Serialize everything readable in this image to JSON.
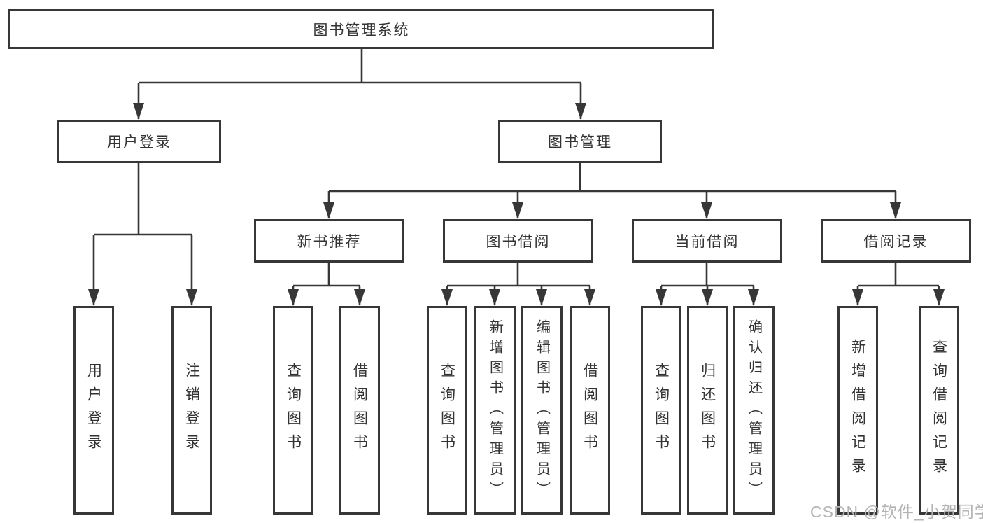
{
  "diagram": {
    "title_node": {
      "label": "图书管理系统"
    },
    "level2": [
      {
        "label": "用户登录"
      },
      {
        "label": "图书管理"
      }
    ],
    "level3": [
      {
        "label": "新书推荐"
      },
      {
        "label": "图书借阅"
      },
      {
        "label": "当前借阅"
      },
      {
        "label": "借阅记录"
      }
    ],
    "leaves": [
      {
        "label": "用户登录",
        "parent": "用户登录"
      },
      {
        "label": "注销登录",
        "parent": "用户登录"
      },
      {
        "label": "查询图书",
        "parent": "新书推荐"
      },
      {
        "label": "借阅图书",
        "parent": "新书推荐"
      },
      {
        "label": "查询图书",
        "parent": "图书借阅"
      },
      {
        "label": "新增图书（管理员）",
        "parent": "图书借阅"
      },
      {
        "label": "编辑图书（管理员）",
        "parent": "图书借阅"
      },
      {
        "label": "借阅图书",
        "parent": "图书借阅"
      },
      {
        "label": "查询图书",
        "parent": "当前借阅"
      },
      {
        "label": "归还图书",
        "parent": "当前借阅"
      },
      {
        "label": "确认归还（管理员）",
        "parent": "当前借阅"
      },
      {
        "label": "新增借阅记录",
        "parent": "借阅记录"
      },
      {
        "label": "查询借阅记录",
        "parent": "借阅记录"
      }
    ],
    "watermark": "CSDN @软件_小贺同学",
    "colors": {
      "line": "#373737",
      "box_border": "#373737",
      "box_background": "#ffffff",
      "text": "#333333",
      "watermark": "#b4b4b4",
      "page_background": "#ffffff"
    }
  }
}
